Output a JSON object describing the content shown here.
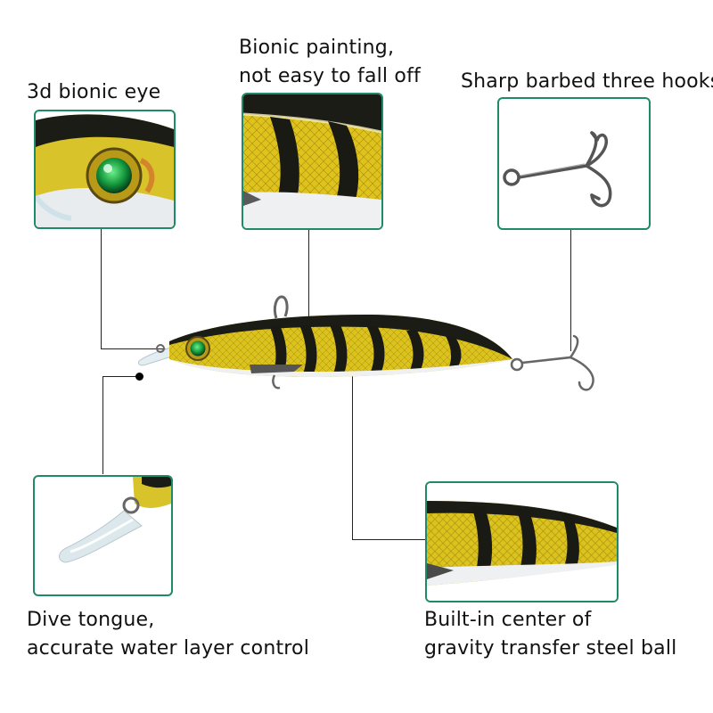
{
  "callouts": {
    "eye": "3d bionic eye",
    "painting_line1": "Bionic painting,",
    "painting_line2": "not easy to fall off",
    "hooks": "Sharp barbed three hooks",
    "tongue_line1": "Dive tongue,",
    "tongue_line2": "accurate water layer control",
    "ball_line1": "Built-in center of",
    "ball_line2": "gravity transfer steel ball"
  },
  "colors": {
    "frame": "#1f8a6a",
    "body_yellow": "#d9c21a",
    "stripe": "#1a1a14",
    "belly": "#e9ecef",
    "eye": "#1aa24a"
  }
}
